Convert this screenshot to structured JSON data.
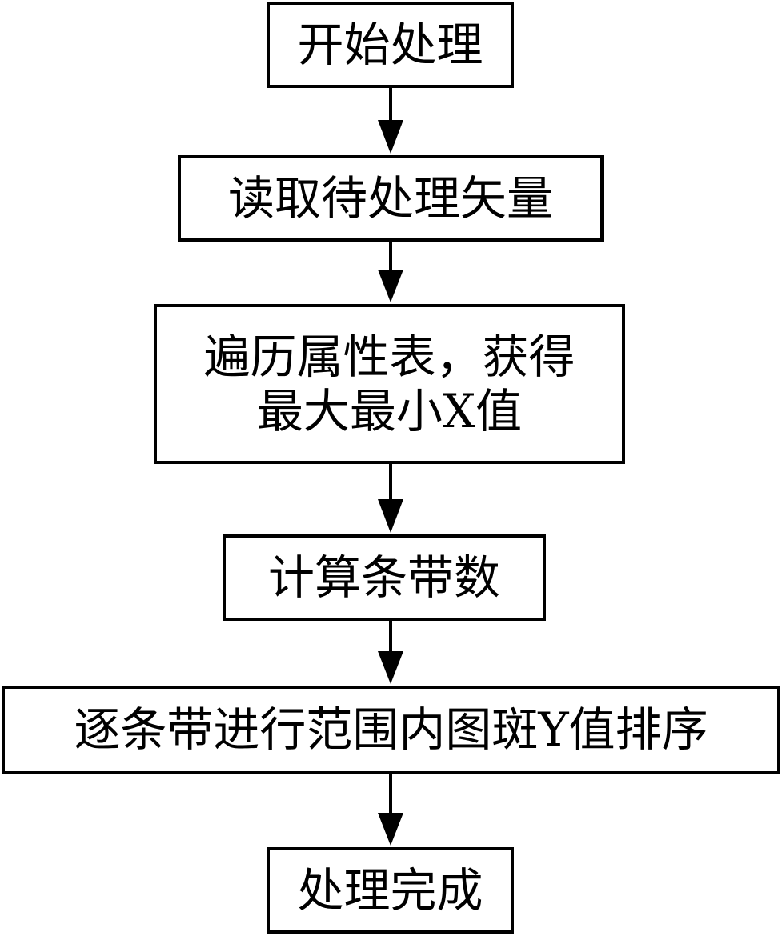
{
  "flowchart": {
    "steps": [
      {
        "label": "开始处理"
      },
      {
        "label": "读取待处理矢量"
      },
      {
        "label_line1": "遍历属性表，获得",
        "label_line2": "最大最小X值"
      },
      {
        "label": "计算条带数"
      },
      {
        "label": "逐条带进行范围内图斑Y值排序"
      },
      {
        "label": "处理完成"
      }
    ]
  },
  "colors": {
    "stroke": "#000000",
    "background": "#ffffff"
  }
}
